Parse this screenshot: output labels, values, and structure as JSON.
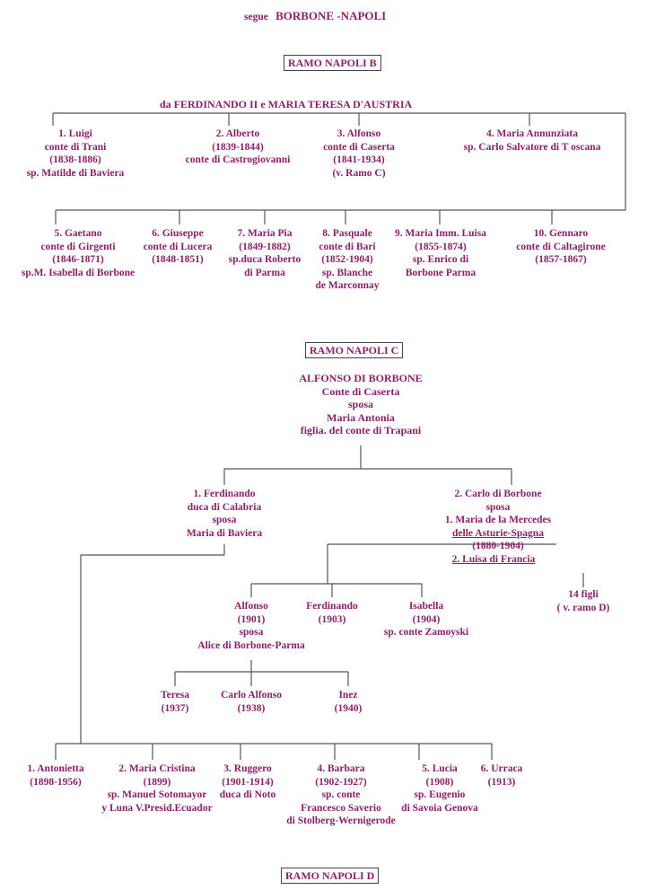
{
  "header": {
    "prefix": "segue",
    "title": "BORBONE -NAPOLI"
  },
  "ramo_b": {
    "label": "RAMO NAPOLI B",
    "parents": "da FERDINANDO II e MARIA TERESA D'AUSTRIA",
    "row1": [
      {
        "l1": "1.  Luigi",
        "l2": "conte di Trani",
        "l3": "(1838-1886)",
        "l4": "sp. Matilde di Baviera"
      },
      {
        "l1": "2.  Alberto",
        "l2": "(1839-1844)",
        "l3": "conte di Castrogiovanni",
        "l4": ""
      },
      {
        "l1": "3.  Alfonso",
        "l2": "conte di Caserta",
        "l3": "(1841-1934)",
        "l4": "(v. Ramo C)"
      },
      {
        "l1": "4.  Maria Annunziata",
        "l2": "sp. Carlo Salvatore di T oscana",
        "l3": "",
        "l4": ""
      }
    ],
    "row2": [
      {
        "l1": "5.  Gaetano",
        "l2": "conte di Girgenti",
        "l3": "(1846-1871)",
        "l4": "sp.M. Isabella di Borbone",
        "l5": ""
      },
      {
        "l1": "6.   Giuseppe",
        "l2": "conte di Lucera",
        "l3": "(1848-1851)",
        "l4": "",
        "l5": ""
      },
      {
        "l1": "7.  Maria Pia",
        "l2": "(1849-1882)",
        "l3": "sp.duca Roberto",
        "l4": "di Parma",
        "l5": ""
      },
      {
        "l1": "8. Pasquale",
        "l2": "conte di Bari",
        "l3": "(1852-1904)",
        "l4": "sp.  Blanche",
        "l5": "de Marconnay"
      },
      {
        "l1": "9. Maria Imm. Luisa",
        "l2": "(1855-1874)",
        "l3": "sp. Enrico di",
        "l4": "Borbone Parma",
        "l5": ""
      },
      {
        "l1": "10. Gennaro",
        "l2": "conte di Caltagirone",
        "l3": "(1857-1867)",
        "l4": "",
        "l5": ""
      }
    ]
  },
  "ramo_c": {
    "label": "RAMO NAPOLI  C",
    "root": {
      "l1": "ALFONSO DI BORBONE",
      "l2": "Conte di Caserta",
      "l3": "sposa",
      "l4": "Maria Antonia",
      "l5": "figlia. del conte di Trapani"
    },
    "ferdinando": {
      "l1": "1.   Ferdinando",
      "l2": "duca di Calabria",
      "l3": "sposa",
      "l4": "Maria  di Baviera"
    },
    "carlo": {
      "l1": "2. Carlo  di Borbone",
      "l2": "sposa",
      "l3": "1.  Maria de  la Mercedes",
      "l4": "delle Asturie-Spagna",
      "l5": "(1880-1904)",
      "l6": "2.  Luisa di Francia"
    },
    "carlo_figli": {
      "l1": "14  figli",
      "l2": "( v. ramo D)"
    },
    "carlo_children": [
      {
        "l1": "Alfonso",
        "l2": "(1901)",
        "l3": "sposa",
        "l4": "Alice di Borbone-Parma"
      },
      {
        "l1": "Ferdinando",
        "l2": "(1903)",
        "l3": "",
        "l4": ""
      },
      {
        "l1": "Isabella",
        "l2": "(1904)",
        "l3": "sp. conte Zamoyski",
        "l4": ""
      }
    ],
    "alfonso_children": [
      {
        "l1": "Teresa",
        "l2": "(1937)"
      },
      {
        "l1": "Carlo Alfonso",
        "l2": "(1938)"
      },
      {
        "l1": "Inez",
        "l2": "(1940)"
      }
    ],
    "ferdinando_children": [
      {
        "l1": "1. Antonietta",
        "l2": "(1898-1956)",
        "l3": "",
        "l4": "",
        "l5": ""
      },
      {
        "l1": "2.  Maria Cristina",
        "l2": "(1899)",
        "l3": "sp. Manuel Sotomayor",
        "l4": "y Luna  V.Presid.Ecuador",
        "l5": ""
      },
      {
        "l1": "3.  Ruggero",
        "l2": "(1901-1914)",
        "l3": "duca di Noto",
        "l4": "",
        "l5": ""
      },
      {
        "l1": "4.  Barbara",
        "l2": "(1902-1927)",
        "l3": "sp. conte",
        "l4": "Francesco Saverio",
        "l5": "di Stolberg-Wernigerode"
      },
      {
        "l1": "5.  Lucia",
        "l2": "(1908)",
        "l3": "sp. Eugenio",
        "l4": "di Savoia Genova",
        "l5": ""
      },
      {
        "l1": "6.  Urraca",
        "l2": "(1913)",
        "l3": "",
        "l4": "",
        "l5": ""
      }
    ]
  },
  "ramo_d": {
    "label": "RAMO NAPOLI D"
  }
}
